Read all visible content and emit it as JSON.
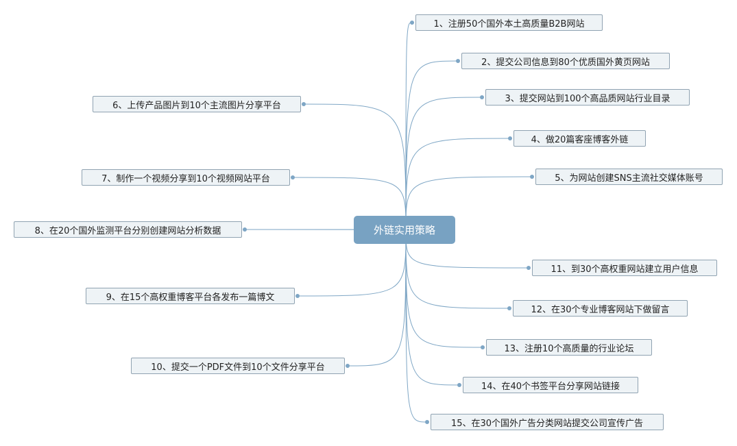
{
  "colors": {
    "center_bg": "#78a2c2",
    "node_bg": "#eef3f6",
    "node_border": "#8fa2b1",
    "link": "#7ea6c5"
  },
  "center": {
    "label": "外链实用策略"
  },
  "right_branches": [
    {
      "label": "1、注册50个国外本土高质量B2B网站"
    },
    {
      "label": "2、提交公司信息到80个优质国外黄页网站"
    },
    {
      "label": "3、提交网站到100个高品质网站行业目录"
    },
    {
      "label": "4、做20篇客座博客外链"
    },
    {
      "label": "5、为网站创建SNS主流社交媒体账号"
    },
    {
      "label": "11、到30个高权重网站建立用户信息"
    },
    {
      "label": "12、在30个专业博客网站下做留言"
    },
    {
      "label": "13、注册10个高质量的行业论坛"
    },
    {
      "label": "14、在40个书签平台分享网站链接"
    },
    {
      "label": "15、在30个国外广告分类网站提交公司宣传广告"
    }
  ],
  "left_branches": [
    {
      "label": "6、上传产品图片到10个主流图片分享平台"
    },
    {
      "label": "7、制作一个视频分享到10个视频网站平台"
    },
    {
      "label": "8、在20个国外监测平台分别创建网站分析数据"
    },
    {
      "label": "9、在15个高权重博客平台各发布一篇博文"
    },
    {
      "label": "10、提交一个PDF文件到10个文件分享平台"
    }
  ]
}
